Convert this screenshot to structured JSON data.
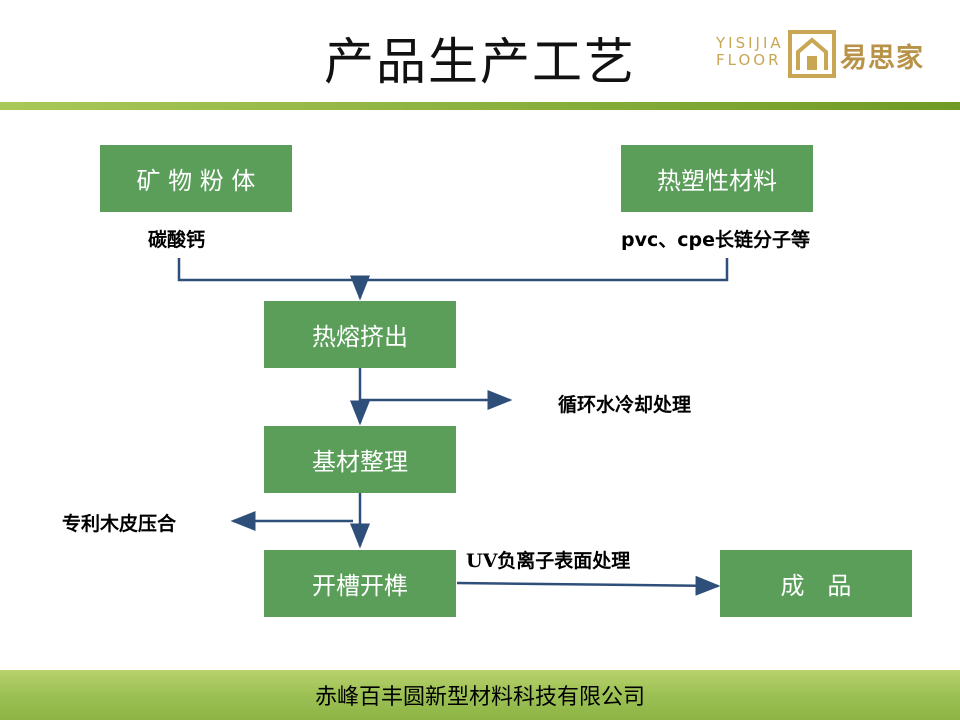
{
  "title": "产品生产工艺",
  "logo": {
    "en_line1": "YISIJIA",
    "en_line2": "FLOOR",
    "cn": "易思家",
    "mark_icon": "house-icon",
    "color": "#c9a654"
  },
  "boxes": {
    "mineral": "矿 物 粉 体",
    "thermo": "热塑性材料",
    "extrude": "热熔挤出",
    "substrate": "基材整理",
    "groove": "开槽开榫",
    "product": "成   品"
  },
  "notes": {
    "mineral_sub": "碳酸钙",
    "thermo_sub": "pvc、cpe长链分子等",
    "cooling": "循环水冷却处理",
    "veneer": "专利木皮压合",
    "uv": "UV负离子表面处理"
  },
  "footer": "赤峰百丰圆新型材料科技有限公司",
  "colors": {
    "box_fill": "#5a9e5a",
    "arrow": "#2e4f7a",
    "bar": "#8db445"
  }
}
